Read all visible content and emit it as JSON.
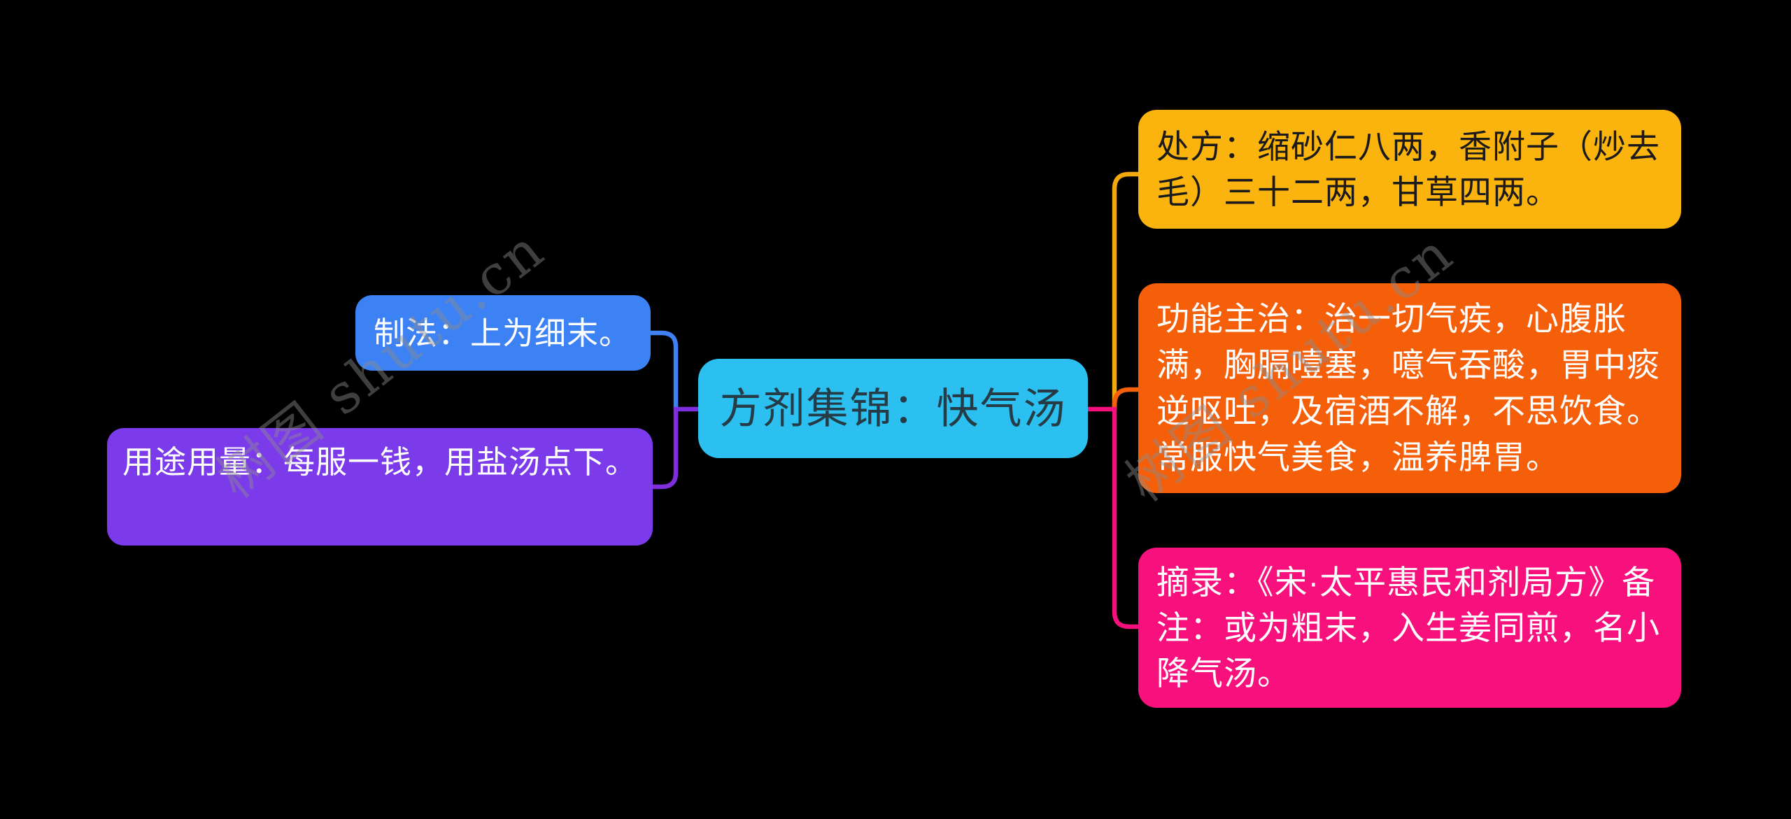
{
  "canvas": {
    "background": "#000000"
  },
  "watermark": {
    "text": "树图 shutu.cn",
    "color": "rgba(140,140,140,0.45)"
  },
  "mindmap": {
    "root": {
      "label": "方剂集锦：快气汤",
      "bg": "#2BC0F0",
      "text_color": "#253B46"
    },
    "nodes": {
      "prescription": {
        "label": "处方：缩砂仁八两，香附子（炒去毛）三十二两，甘草四两。",
        "bg": "#FBB30D",
        "text_color": "#1A1A1A",
        "line_color": "#F3A90D"
      },
      "indications": {
        "label": "功能主治：治一切气疾，心腹胀满，胸膈噎塞，噫气吞酸，胃中痰逆呕吐，及宿酒不解，不思饮食。常服快气美食，温养脾胃。",
        "bg": "#F55F0A",
        "text_color": "#FFFFFF",
        "line_color": "#F4600C"
      },
      "excerpt": {
        "label": "摘录：《宋·太平惠民和剂局方》备注：或为粗末，入生姜同煎，名小降气汤。",
        "bg": "#F8107C",
        "text_color": "#FFFFFF",
        "line_color": "#F5107C"
      },
      "method": {
        "label": "制法：上为细末。",
        "bg": "#3C82F5",
        "text_color": "#FFFFFF",
        "line_color": "#3F80F3"
      },
      "usage": {
        "label": "用途用量：每服一钱，用盐汤点下。",
        "bg": "#7B3BEB",
        "text_color": "#FFFFFF",
        "line_color": "#7E2EDC"
      }
    }
  }
}
